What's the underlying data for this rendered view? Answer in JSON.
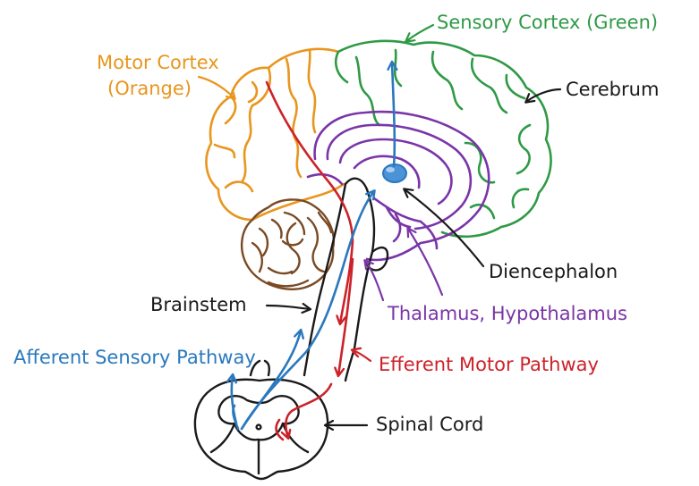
{
  "colors": {
    "motor": "#E8961E",
    "sensory": "#2E9A45",
    "limbic": "#7A35A8",
    "efferent": "#CC2229",
    "afferent": "#2A78BE",
    "ink": "#1A1A1A",
    "cerebellum": "#7A4A24"
  },
  "labels": {
    "sensory_cortex": "Sensory Cortex (Green)",
    "motor_cortex_line1": "Motor Cortex",
    "motor_cortex_line2": "(Orange)",
    "cerebrum": "Cerebrum",
    "diencephalon": "Diencephalon",
    "thalamus_hypothalamus": "Thalamus, Hypothalamus",
    "brainstem": "Brainstem",
    "afferent_pathway": "Afferent Sensory Pathway",
    "efferent_pathway": "Efferent Motor Pathway",
    "spinal_cord": "Spinal Cord"
  }
}
